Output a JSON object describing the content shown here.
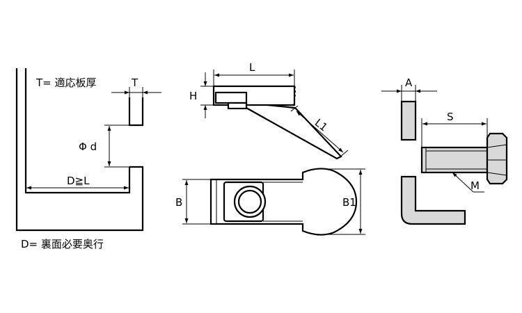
{
  "notes": {
    "thickness_note": "T= 適応板厚",
    "depth_note": "D= 裏面必要奥行"
  },
  "labels": {
    "T": "T",
    "phi_d": "Φ d",
    "D_ge_L": "D≧L",
    "L": "L",
    "H": "H",
    "L1": "L1",
    "B": "B",
    "B1": "B1",
    "A": "A",
    "S": "S",
    "M": "M"
  }
}
